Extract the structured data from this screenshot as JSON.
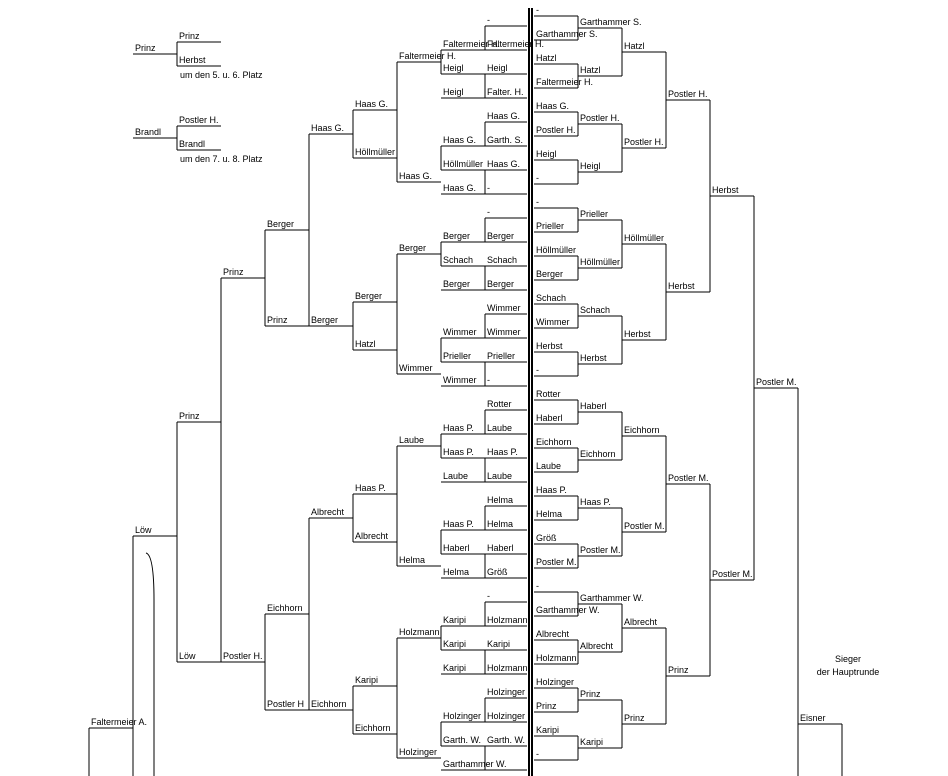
{
  "placement": [
    {
      "single": "Prinz",
      "top": "Prinz",
      "bottom": "Herbst",
      "caption": "um den 5. u. 6. Platz"
    },
    {
      "single": "Brandl",
      "top": "Postler H.",
      "bottom": "Brandl",
      "caption": "um den 7. u. 8. Platz"
    }
  ],
  "winner_caption": [
    "Sieger",
    "der Hauptrunde"
  ],
  "left": {
    "r0": [
      "-",
      "Faltermeier H.",
      "Heigl",
      "Falter. H.",
      "Haas G.",
      "Garth. S.",
      "Haas G.",
      "-",
      "-",
      "Berger",
      "Schach",
      "Berger",
      "Wimmer",
      "Wimmer",
      "Prieller",
      "-",
      "Rotter",
      "Laube",
      "Haas P.",
      "Laube",
      "Helma",
      "Helma",
      "Haberl",
      "Größ",
      "-",
      "Holzmann",
      "Karipi",
      "Holzmann",
      "Holzinger",
      "Holzinger",
      "Garth. W.",
      "-"
    ],
    "r1": [
      "Faltermeier H.",
      "Heigl",
      "Haas G.",
      "Höllmüller",
      "Berger",
      "Schach",
      "Wimmer",
      "Prieller",
      "Laube",
      "Haas P.",
      "Helma",
      "Haberl",
      "Holzmann",
      "Karipi",
      "Holzinger",
      "Garth. W."
    ],
    "r1b": [
      "Faltermeier H.",
      "Heigl",
      "Haas G.",
      "Haas G.",
      "Berger",
      "Berger",
      "Wimmer",
      "Wimmer",
      "Haas P.",
      "Laube",
      "Haas P.",
      "Helma",
      "Karipi",
      "Karipi",
      "Holzinger",
      "Garthammer W."
    ],
    "r2": [
      "Haas G.",
      "Höllmüller",
      "Berger",
      "Hatzl",
      "Haas P.",
      "Albrecht",
      "Karipi",
      "Eichhorn"
    ],
    "r3": [
      "Haas G.",
      "Berger",
      "Albrecht",
      "Eichhorn"
    ],
    "r4": [
      "Berger",
      "Prinz",
      "Eichhorn",
      "Postler H"
    ],
    "r5": [
      "Prinz",
      "Postler H."
    ],
    "r6": [
      "Prinz",
      "Löw"
    ],
    "r7": [
      "Löw"
    ],
    "r8": "Faltermeier A."
  },
  "right": {
    "r0": [
      "-",
      "Garthammer S.",
      "Hatzl",
      "Faltermeier H.",
      "Haas G.",
      "Postler H.",
      "Heigl",
      "-",
      "-",
      "Prieller",
      "Höllmüller",
      "Berger",
      "Schach",
      "Wimmer",
      "Herbst",
      "-",
      "Rotter",
      "Haberl",
      "Eichhorn",
      "Laube",
      "Haas P.",
      "Helma",
      "Größ",
      "Postler M.",
      "-",
      "Garthammer W.",
      "Albrecht",
      "Holzmann",
      "Holzinger",
      "Prinz",
      "Karipi",
      "-"
    ],
    "r1": [
      "Garthammer S.",
      "Hatzl",
      "Postler H.",
      "Heigl",
      "Prieller",
      "Höllmüller",
      "Schach",
      "Herbst",
      "Haberl",
      "Eichhorn",
      "Haas P.",
      "Postler M.",
      "Garthammer W.",
      "Albrecht",
      "Prinz",
      "Karipi"
    ],
    "r2": [
      "Hatzl",
      "Postler H.",
      "Höllmüller",
      "Herbst",
      "Eichhorn",
      "Postler M.",
      "Albrecht",
      "Prinz"
    ],
    "r3": [
      "Postler H.",
      "Herbst",
      "Postler M.",
      "Prinz"
    ],
    "r4": [
      "Herbst",
      "Postler M."
    ],
    "r5": [
      "Postler M."
    ],
    "r6": "Eisner"
  }
}
